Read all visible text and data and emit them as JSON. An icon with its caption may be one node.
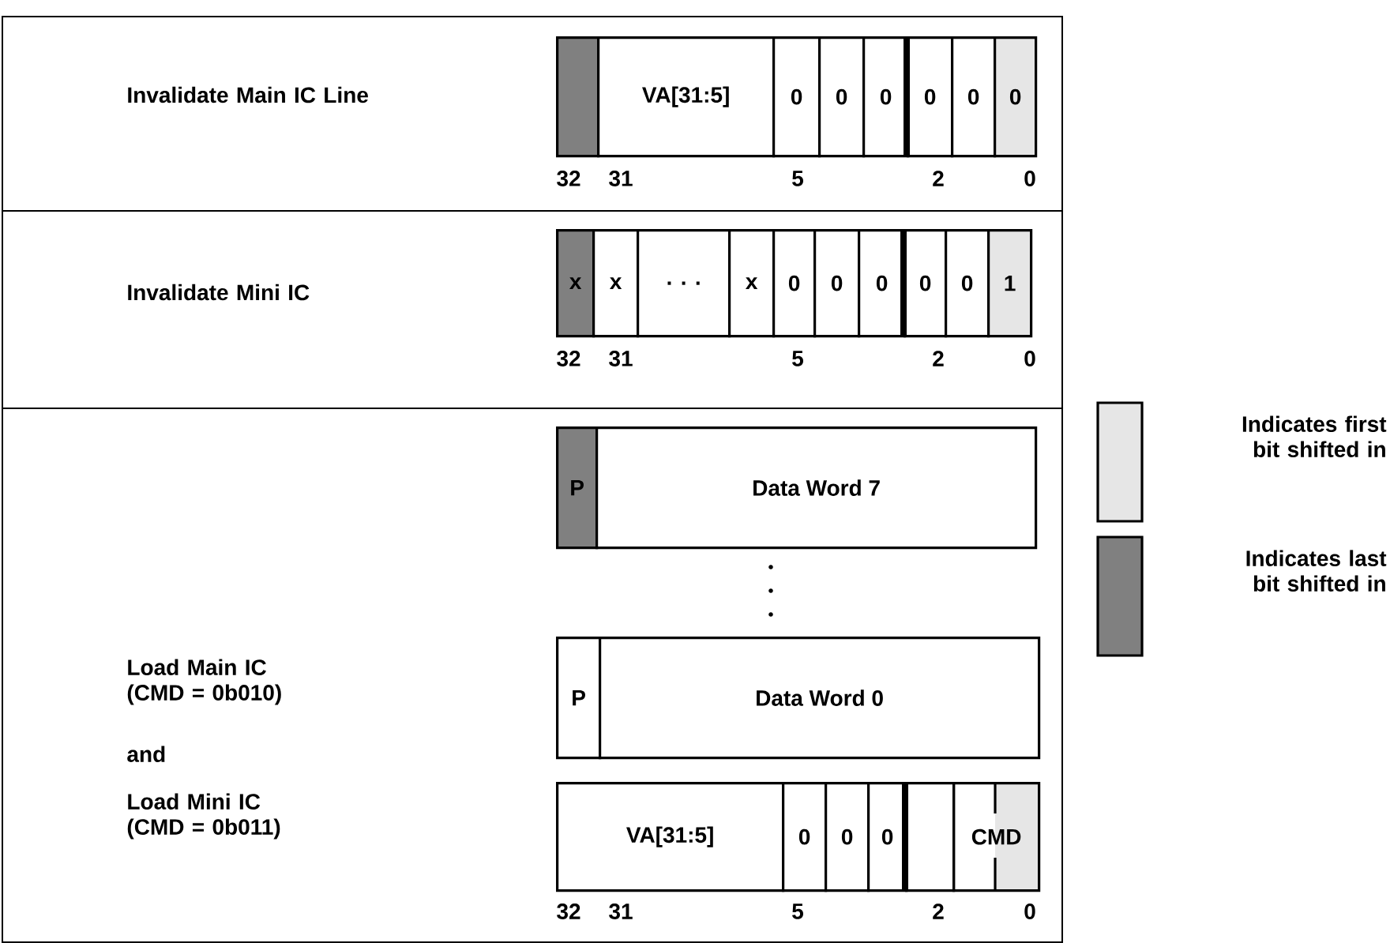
{
  "diagram": {
    "nodes": [
      {
        "text": [
          "Invalidate Main IC Line"
        ]
      },
      {
        "text": [],
        "shape": "box",
        "in": 0
      },
      {
        "text": [
          "VA[31:5]"
        ],
        "in": 0
      },
      {
        "text": [
          "0"
        ],
        "in": 0
      },
      {
        "text": [
          "0"
        ],
        "in": 0
      },
      {
        "text": [
          "0"
        ],
        "in": 0
      },
      {
        "text": [
          "0"
        ],
        "in": 0
      },
      {
        "text": [
          "0"
        ],
        "in": 0
      },
      {
        "text": [
          "0"
        ],
        "in": 0
      },
      {
        "text": [
          "Invalidate Mini IC"
        ]
      },
      {
        "text": [
          "x"
        ],
        "in": 9
      },
      {
        "text": [
          "x"
        ],
        "in": 9
      },
      {
        "text": [
          ". . ."
        ],
        "in": 9
      },
      {
        "text": [
          "x"
        ],
        "in": 9
      },
      {
        "text": [
          "0"
        ],
        "in": 9
      },
      {
        "text": [
          "0"
        ],
        "in": 9
      },
      {
        "text": [
          "0"
        ],
        "in": 9
      },
      {
        "text": [
          "0"
        ],
        "in": 9
      },
      {
        "text": [
          "0"
        ],
        "in": 9
      },
      {
        "text": [
          "1"
        ],
        "in": 9
      },
      {
        "text": [
          "Load Main IC (CMD = 0b010)",
          "and",
          "Load Mini IC (CMD = 0b011)"
        ]
      },
      {
        "text": [
          "P"
        ],
        "in": 20
      },
      {
        "text": [
          "Data Word 7"
        ],
        "in": 20
      },
      {
        "text": [
          "P"
        ],
        "in": 20
      },
      {
        "text": [
          "Data Word 0"
        ],
        "in": 20
      },
      {
        "text": [
          "VA[31:5]"
        ],
        "in": 20
      },
      {
        "text": [
          "0"
        ],
        "in": 20
      },
      {
        "text": [
          "0"
        ],
        "in": 20
      },
      {
        "text": [
          "0"
        ],
        "in": 20
      },
      {
        "text": [],
        "shape": "box",
        "in": 20
      },
      {
        "text": [
          "CMD"
        ],
        "in": 20
      }
    ],
    "labels": [
      "32",
      "31",
      "5",
      "2",
      "0",
      "32",
      "31",
      "5",
      "2",
      "0",
      "32",
      "31",
      "5",
      "2",
      "0"
    ],
    "legend": [
      {
        "text": "Indicates first bit shifted in",
        "color": "#e6e6e6"
      },
      {
        "text": "Indicates last bit shifted in",
        "color": "#808080"
      }
    ]
  }
}
